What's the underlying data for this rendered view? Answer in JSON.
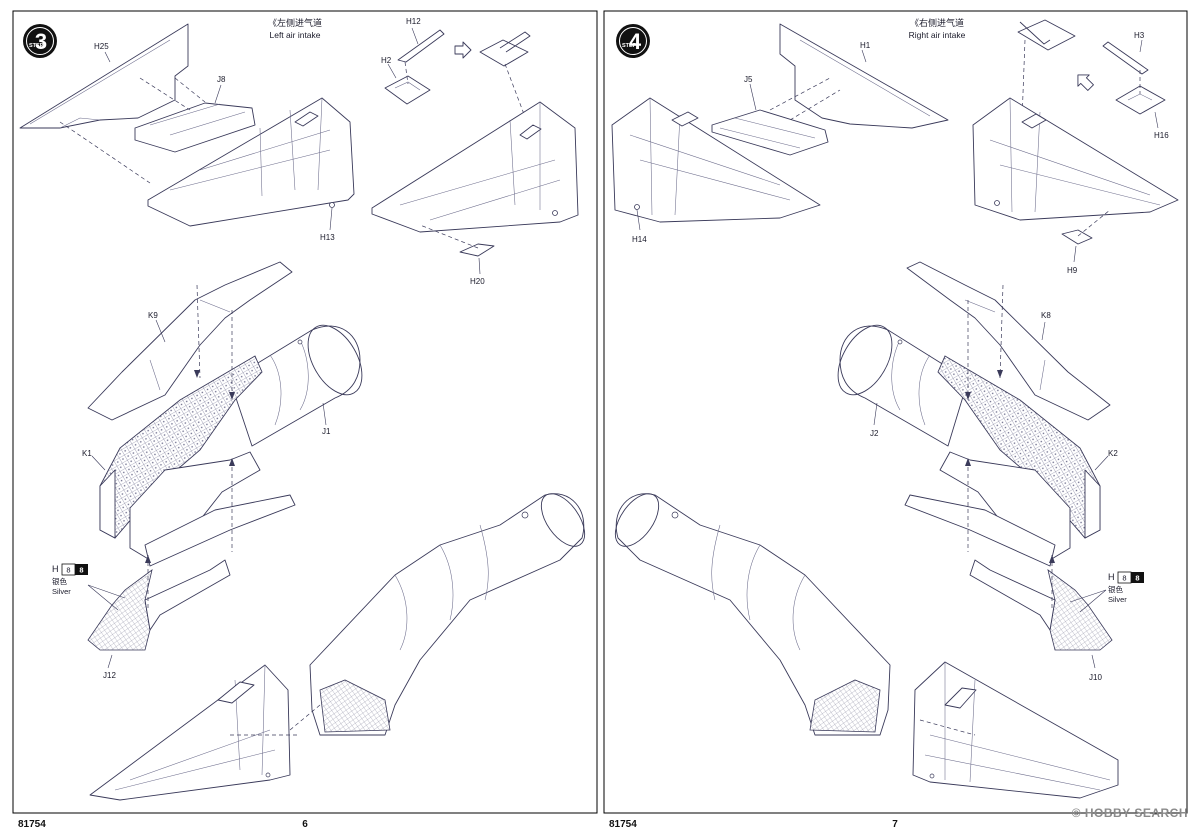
{
  "pages": [
    {
      "step": "3",
      "step_word": "STEP",
      "title_cn": "《左侧进气道",
      "title_en": "Left air intake",
      "part_labels": [
        "H25",
        "J8",
        "H13",
        "H12",
        "H2",
        "H20",
        "K9",
        "J1",
        "K1",
        "J12"
      ],
      "paint": {
        "part": "H",
        "code_white": "8",
        "code_black": "8",
        "color_cn": "银色",
        "color_en": "Silver"
      },
      "kit_number": "81754",
      "page_number": "6"
    },
    {
      "step": "4",
      "step_word": "STEP",
      "title_cn": "《右侧进气道",
      "title_en": "Right air intake",
      "part_labels": [
        "H1",
        "J5",
        "H14",
        "H3",
        "H16",
        "H9",
        "K8",
        "J2",
        "K2",
        "J10"
      ],
      "paint": {
        "part": "H",
        "code_white": "8",
        "code_black": "8",
        "color_cn": "银色",
        "color_en": "Silver"
      },
      "kit_number": "81754",
      "page_number": "7"
    }
  ],
  "watermark": "© HOBBY SEARCH",
  "colors": {
    "ink": "#3a3a5a",
    "frame": "#000000",
    "chip_black": "#111111",
    "watermark": "#8a8a8a"
  }
}
